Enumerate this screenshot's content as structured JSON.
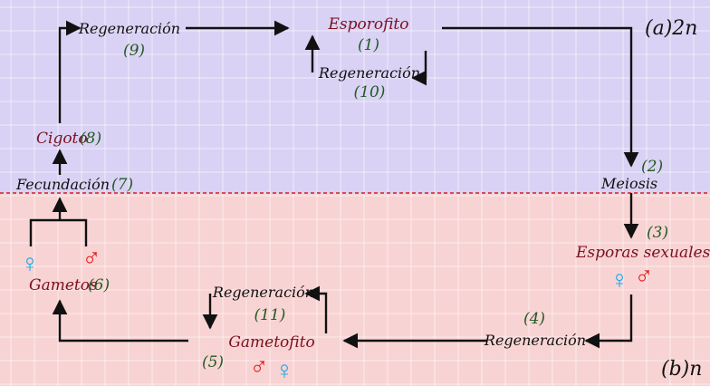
{
  "regions": {
    "diploid": {
      "label": "(a)2n",
      "color": "#d9d2f4"
    },
    "haploid": {
      "label": "(b)n",
      "color": "#f8d3d3"
    }
  },
  "nodes": {
    "esporofito": {
      "label": "Esporofito",
      "num": "(1)"
    },
    "meiosis": {
      "label": "Meiosis",
      "num": "(2)"
    },
    "esporas": {
      "label": "Esporas sexuales",
      "num": "(3)"
    },
    "regen4": {
      "label": "Regeneración",
      "num": "(4)"
    },
    "gametofito": {
      "label": "Gametofito",
      "num": "(5)"
    },
    "gametos": {
      "label": "Gametos",
      "num": "(6)"
    },
    "fecundacion": {
      "label": "Fecundación",
      "num": "(7)"
    },
    "cigoto": {
      "label": "Cigoto",
      "num": "(8)"
    },
    "regen9": {
      "label": "Regeneración",
      "num": "(9)"
    },
    "regen10": {
      "label": "Regeneración",
      "num": "(10)"
    },
    "regen11": {
      "label": "Regeneración",
      "num": "(11)"
    }
  },
  "symbols": {
    "female": "♀",
    "male": "♂"
  },
  "colors": {
    "name_red": "#7a1020",
    "num_green": "#1f5a1f",
    "black_text": "#111111",
    "female": "#1aa7e8",
    "male": "#e01818",
    "divider": "#d32020",
    "grid": "#ffffff"
  }
}
